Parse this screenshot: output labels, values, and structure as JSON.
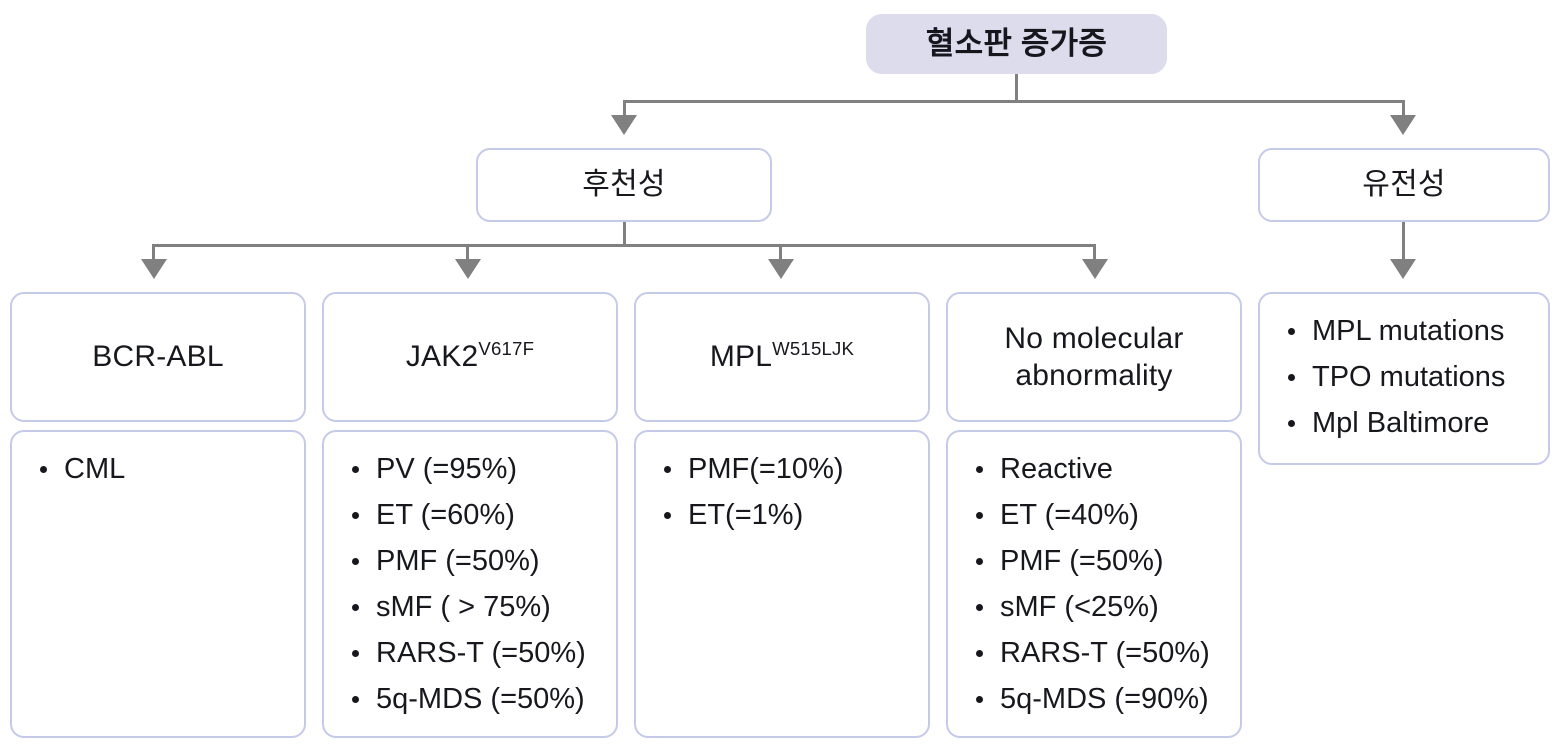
{
  "diagram": {
    "title": "혈소판 증가증",
    "root": {
      "label": "혈소판 증가증"
    },
    "level2": [
      {
        "label": "후천성"
      },
      {
        "label": "유전성"
      }
    ],
    "level3": [
      {
        "label": "BCR-ABL",
        "sup": ""
      },
      {
        "label": "JAK2",
        "sup": "V617F"
      },
      {
        "label": "MPL",
        "sup": "W515LJK"
      },
      {
        "label": "No molecular abnormality",
        "sup": ""
      }
    ],
    "lists": {
      "bcr_abl": [
        "CML"
      ],
      "jak2": [
        "PV (=95%)",
        "ET (=60%)",
        "PMF (=50%)",
        "sMF ( > 75%)",
        "RARS-T (=50%)",
        "5q-MDS (=50%)"
      ],
      "mpl": [
        "PMF(=10%)",
        "ET(=1%)"
      ],
      "no_molecular": [
        "Reactive",
        "ET (=40%)",
        "PMF (=50%)",
        "sMF (<25%)",
        "RARS-T (=50%)",
        "5q-MDS (=90%)"
      ],
      "hereditary": [
        "MPL mutations",
        "TPO mutations",
        "Mpl Baltimore"
      ]
    },
    "colors": {
      "root_fill": "#dcdcec",
      "node_border": "#c5cae9",
      "connector": "#808080",
      "text": "#17181e",
      "background": "#ffffff"
    }
  }
}
